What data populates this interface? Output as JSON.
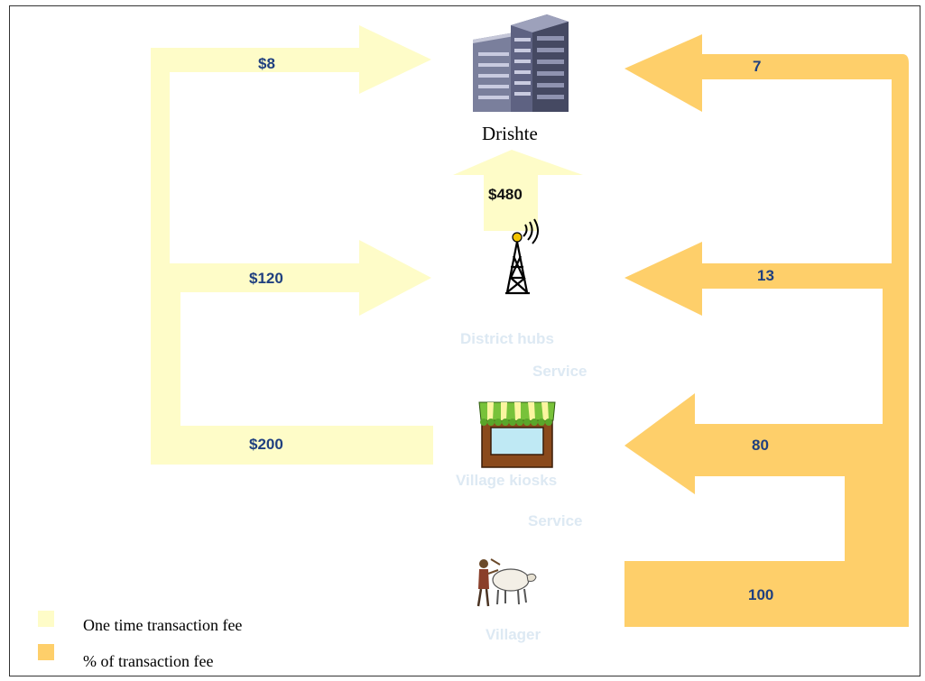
{
  "colors": {
    "one_time": "#fefcc8",
    "percent": "#fecf6a",
    "label_blue": "#1f3f7f",
    "faint_text": "#dde9f3"
  },
  "nodes": {
    "hq": {
      "title": "Drishte",
      "icon": "office-building-icon"
    },
    "hub": {
      "title": "District hubs",
      "sub": "Service",
      "icon": "radio-tower-icon"
    },
    "kiosk": {
      "title": "Village kiosks",
      "sub": "Service",
      "icon": "market-stall-icon"
    },
    "villager": {
      "title": "Villager",
      "icon": "farmer-with-cow-icon"
    }
  },
  "one_time_flows": [
    {
      "label": "$8"
    },
    {
      "label": "$120"
    },
    {
      "label": "$200"
    },
    {
      "label": "$480"
    }
  ],
  "percent_flows": [
    {
      "label": "7"
    },
    {
      "label": "13"
    },
    {
      "label": "80"
    },
    {
      "label": "100"
    }
  ],
  "legend": [
    {
      "label": "One time transaction fee",
      "color": "#fefcc8"
    },
    {
      "label": "% of transaction fee",
      "color": "#fecf6a"
    }
  ]
}
